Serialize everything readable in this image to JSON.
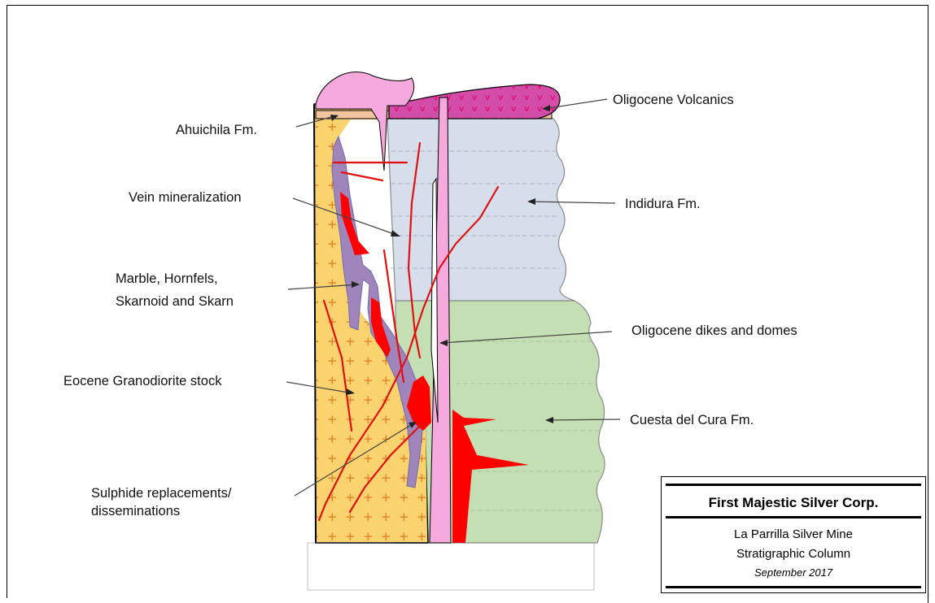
{
  "labels": {
    "oligocene_volcanics": "Oligocene Volcanics",
    "ahuichila": "Ahuichila Fm.",
    "vein_mineralization": "Vein mineralization",
    "indidura": "Indidura Fm.",
    "marble_line1": "Marble, Hornfels,",
    "marble_line2": "Skarnoid and Skarn",
    "oligocene_dikes": "Oligocene dikes and domes",
    "eocene_granodiorite": "Eocene Granodiorite stock",
    "cuesta": "Cuesta del Cura Fm.",
    "sulphide_line1": "Sulphide replacements/",
    "sulphide_line2": "disseminations"
  },
  "title_box": {
    "company": "First Majestic Silver Corp.",
    "mine": "La Parrilla Silver Mine",
    "subtitle": "Stratigraphic Column",
    "date": "September 2017"
  },
  "colors": {
    "indidura": "#d6deec",
    "cuesta": "#c5dfb4",
    "granodiorite": "#fad26e",
    "skarn": "#a085bb",
    "volcanics": "#d24ca8",
    "dome_pink": "#f5a9dc",
    "ahuichila": "#f2c4a0",
    "sulphide": "#ff0000"
  },
  "symbols": {
    "granodiorite_mark": "+",
    "volcanic_mark": "v"
  }
}
